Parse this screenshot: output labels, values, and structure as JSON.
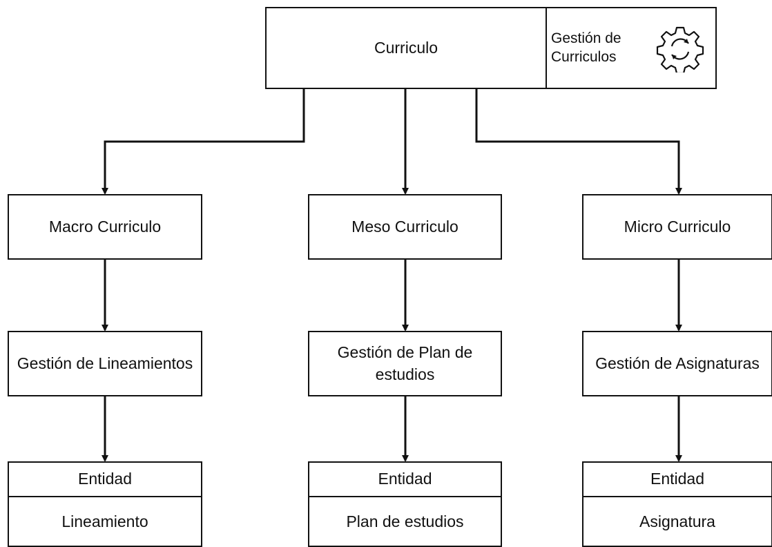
{
  "root": {
    "title": "Curriculo",
    "side_label": "Gestión de Curriculos",
    "side_icon": "gear-refresh-icon"
  },
  "branches": [
    {
      "level": "Macro Curriculo",
      "gestion": "Gestión de Lineamientos",
      "entity_header": "Entidad",
      "entity": "Lineamiento"
    },
    {
      "level": "Meso Curriculo",
      "gestion": "Gestión de Plan de estudios",
      "entity_header": "Entidad",
      "entity": "Plan de estudios"
    },
    {
      "level": "Micro Curriculo",
      "gestion": "Gestión de Asignaturas",
      "entity_header": "Entidad",
      "entity": "Asignatura"
    }
  ]
}
